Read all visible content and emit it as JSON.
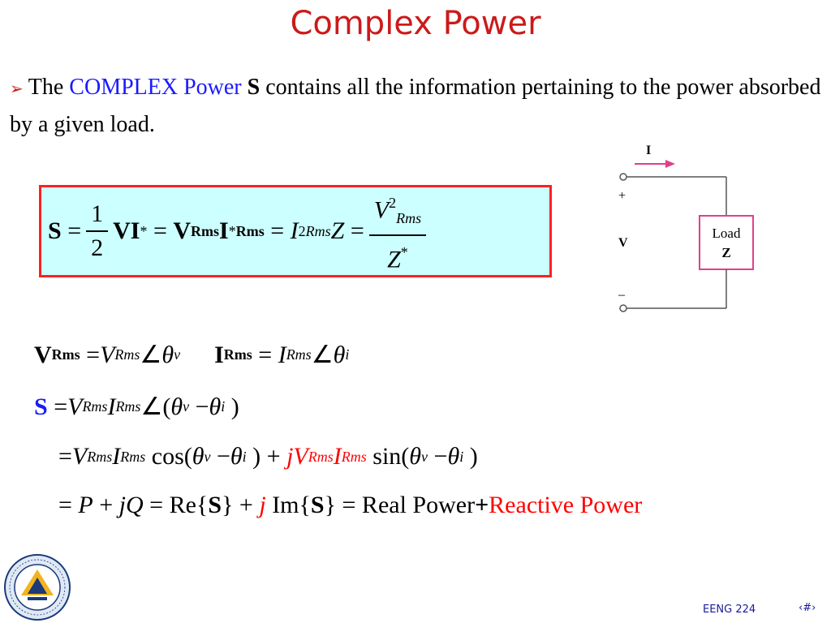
{
  "slide": {
    "title": "Complex Power",
    "intro": {
      "bullet": "➢",
      "text1": "The ",
      "highlight": "COMPLEX Power ",
      "symbol": "S",
      "text2": " contains all the information pertaining to the power absorbed by a given load."
    }
  },
  "circuit": {
    "current_label": "I",
    "plus_label": "+",
    "voltage_label": "V",
    "minus_label": "–",
    "load_label": "Load",
    "impedance_label": "Z"
  },
  "footer": {
    "course": "EENG 224",
    "page": "‹#›"
  },
  "colors": {
    "title": "#cc1a1a",
    "highlight": "#1a1aff",
    "box_fill": "#ccffff",
    "box_border": "#ff2020",
    "load_border": "#e0408a",
    "arrow": "#e0408a"
  }
}
